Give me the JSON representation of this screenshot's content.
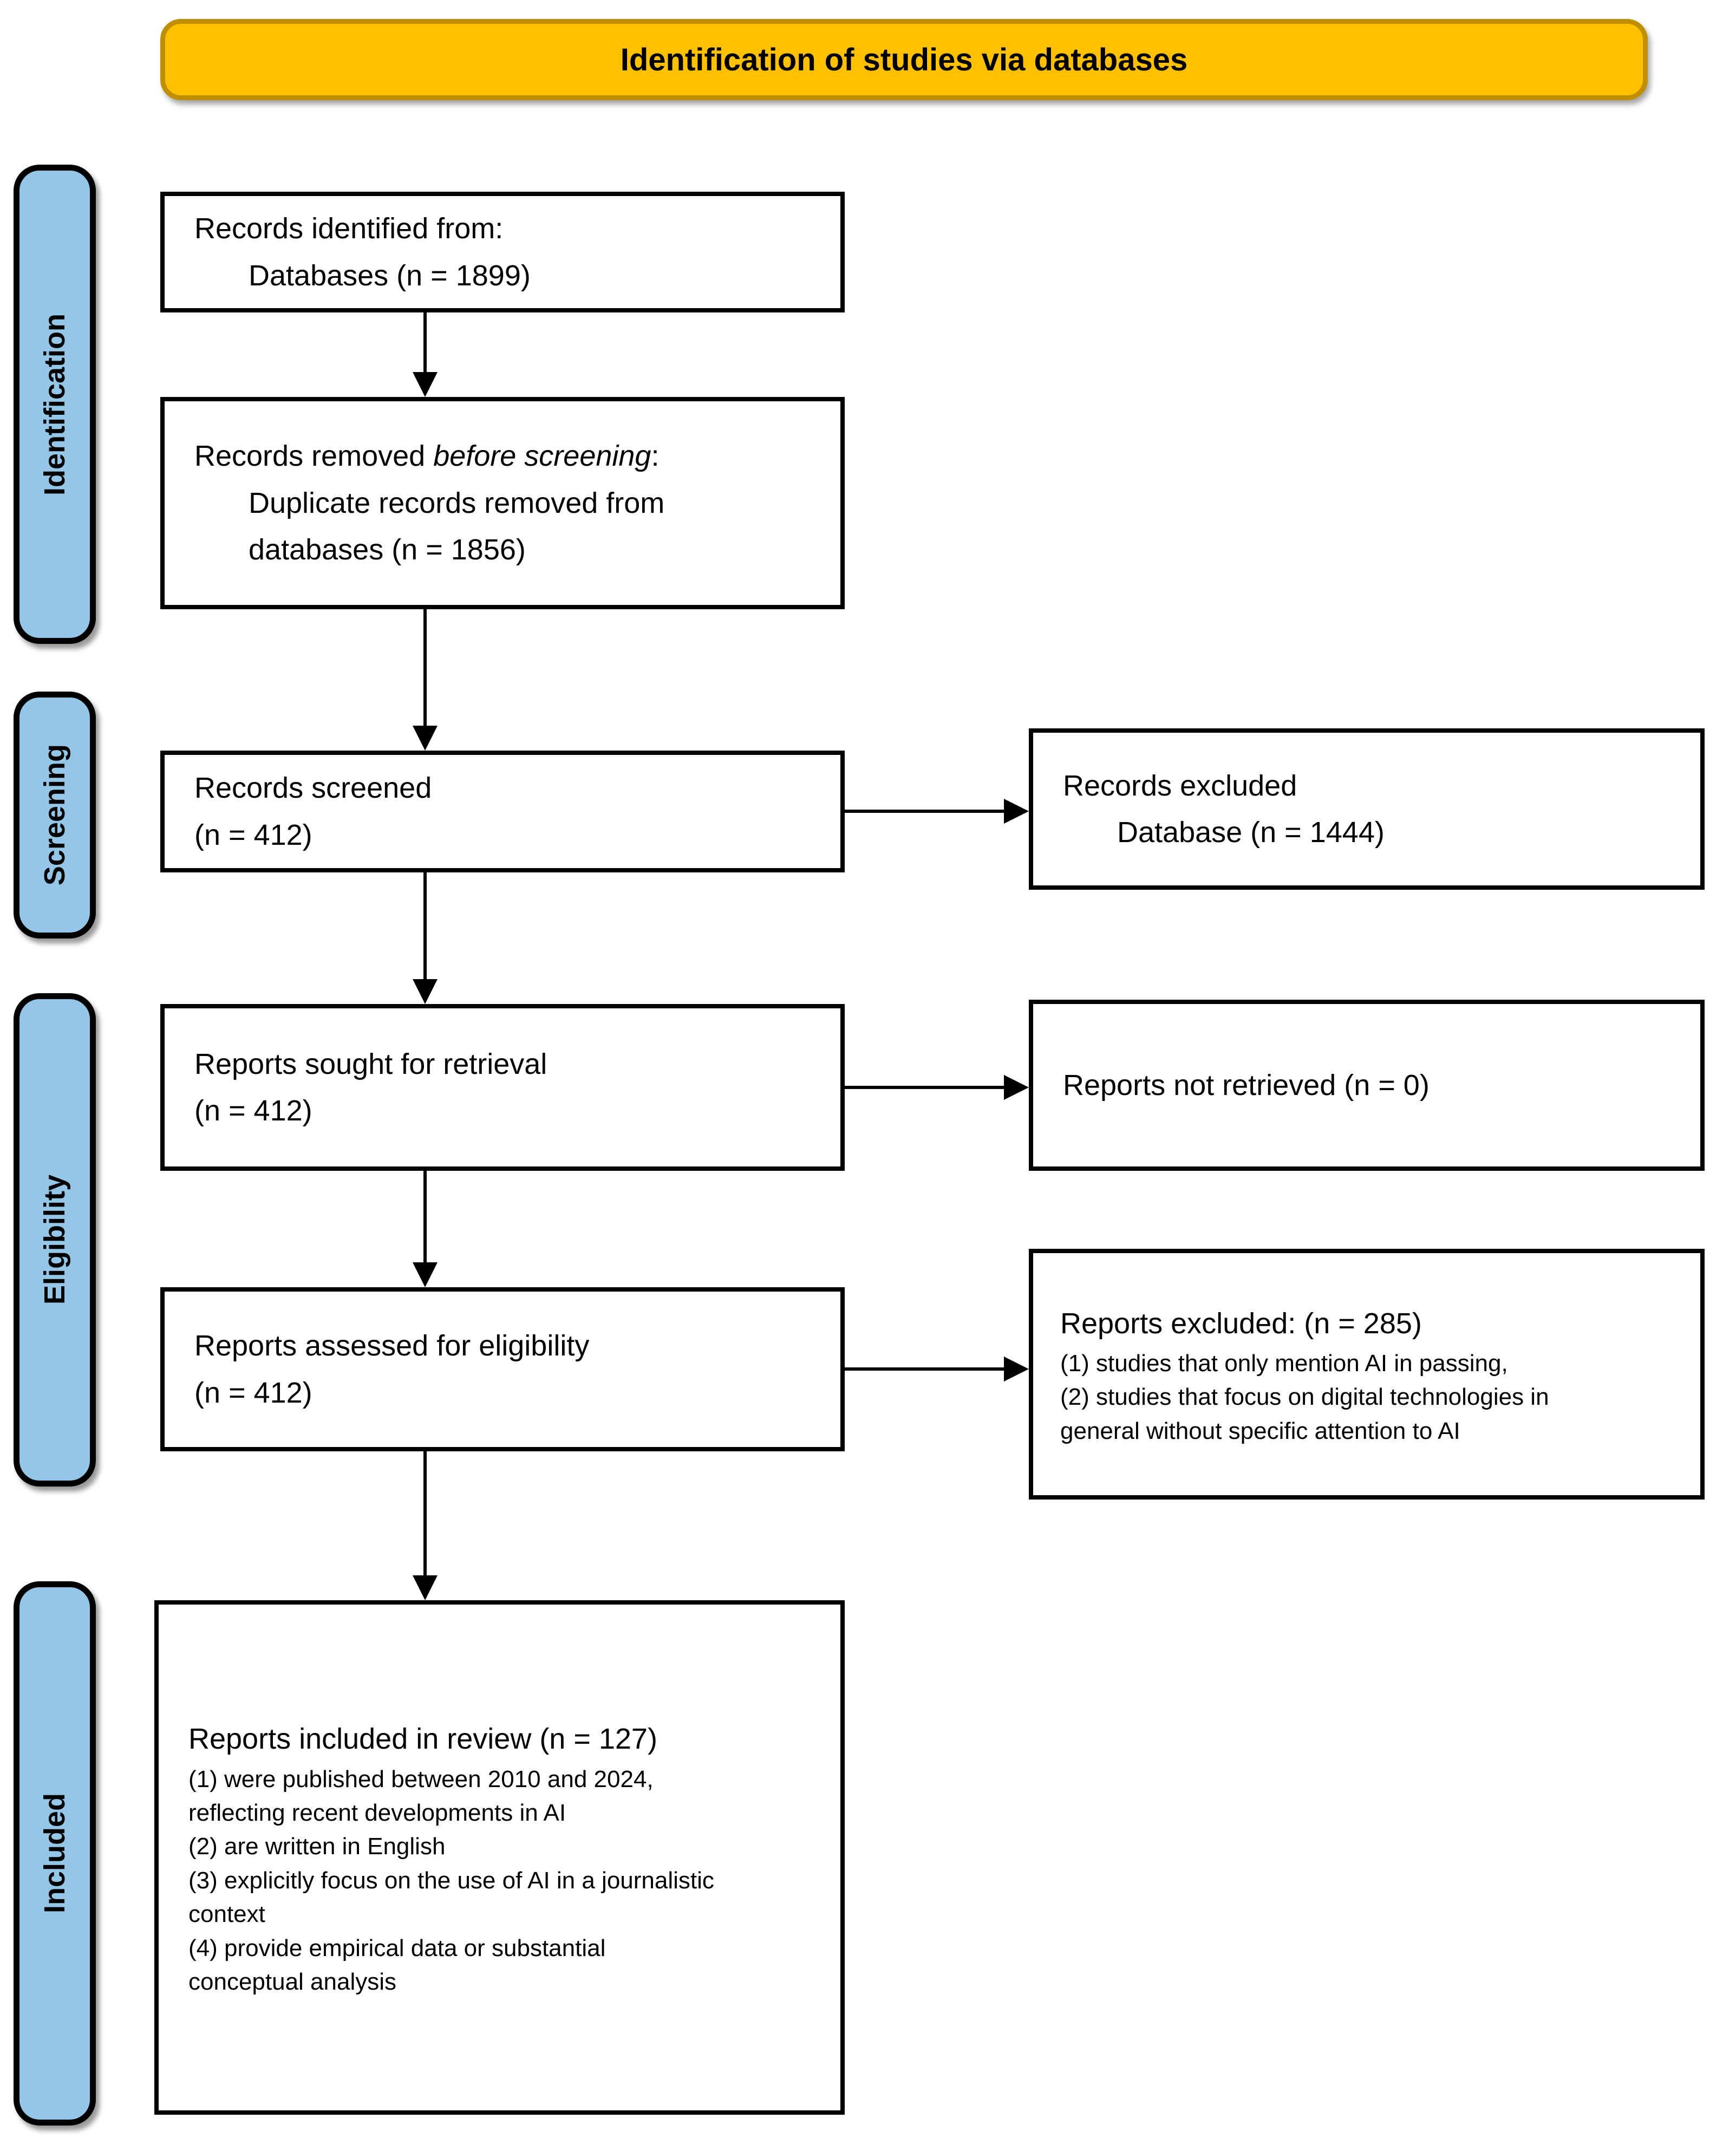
{
  "banner": {
    "label": "Identification of studies via databases"
  },
  "stages": {
    "identification": "Identification",
    "screening": "Screening",
    "eligibility": "Eligibility",
    "included": "Included"
  },
  "colors": {
    "banner_fill": "#FFC000",
    "banner_border": "#BF8F00",
    "stage_fill": "#94C6E8",
    "box_border": "#000000"
  },
  "boxes": {
    "identified": {
      "line1": "Records identified from:",
      "line2": "Databases (n = 1899)"
    },
    "removed": {
      "line1_prefix": "Records removed ",
      "line1_italic": "before screening",
      "line1_suffix": ":",
      "line2": "Duplicate records removed from",
      "line3": "databases (n = 1856)"
    },
    "screened": {
      "line1": "Records screened",
      "line2": "(n = 412)"
    },
    "records_excluded": {
      "line1": "Records excluded",
      "line2": "Database (n = 1444)"
    },
    "sought": {
      "line1": "Reports sought for retrieval",
      "line2": "(n = 412)"
    },
    "not_retrieved": {
      "line1": "Reports not retrieved (n = 0)"
    },
    "assessed": {
      "line1": "Reports assessed for eligibility",
      "line2": "(n = 412)"
    },
    "reports_excluded": {
      "header": "Reports excluded: (n = 285)",
      "item1": "(1) studies that only mention AI in passing,",
      "item2": "(2) studies that focus on digital technologies in\ngeneral without specific attention to AI"
    },
    "included_review": {
      "header": "Reports included in review (n = 127)",
      "item1": "(1) were published between 2010 and 2024,\nreflecting recent developments in AI",
      "item2": "(2) are written in English",
      "item3": "(3) explicitly focus on the use of AI in a journalistic\ncontext",
      "item4": "(4) provide empirical data or substantial\nconceptual analysis"
    }
  }
}
